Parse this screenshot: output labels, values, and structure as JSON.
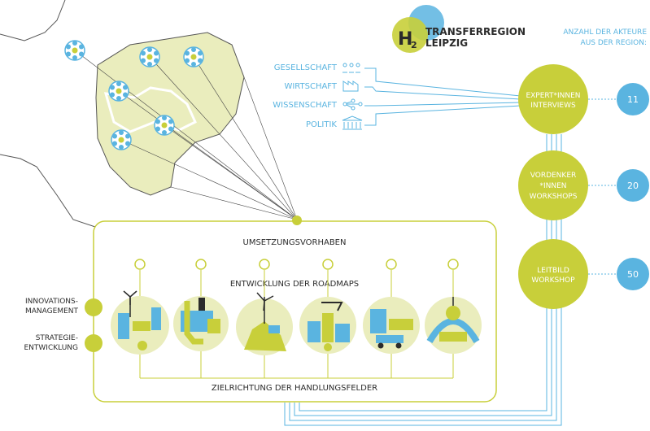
{
  "logo": {
    "h2": "H",
    "sub": "2",
    "line1": "TRANSFERREGION",
    "line2": "LEIPZIG"
  },
  "actors_header": [
    "ANZAHL DER AKTEURE",
    "AUS DER REGION:"
  ],
  "sectors": [
    "GESELLSCHAFT",
    "WIRTSCHAFT",
    "WISSENSCHAFT",
    "POLITIK"
  ],
  "formats": [
    {
      "label_lines": [
        "EXPERT*INNEN",
        "INTERVIEWS"
      ],
      "count": "11"
    },
    {
      "label_lines": [
        "VORDENKER",
        "*INNEN",
        "WORKSHOPS"
      ],
      "count": "20"
    },
    {
      "label_lines": [
        "LEITBILD",
        "WORKSHOP"
      ],
      "count": "50"
    }
  ],
  "main_box": {
    "top_label": "UMSETZUNGSVORHABEN",
    "middle_label": "ENTWICKLUNG DER ROADMAPS",
    "bottom_label": "ZIELRICHTUNG DER HANDLUNGSFELDER"
  },
  "side_labels": [
    [
      "INNOVATIONS-",
      "MANAGEMENT"
    ],
    [
      "STRATEGIE-",
      "ENTWICKLUNG"
    ]
  ],
  "colors": {
    "green_fill": "#eaedbd",
    "accent_green": "#c8cf3a",
    "accent_blue": "#5ab4e0",
    "text_dark": "#2b2b2b"
  }
}
